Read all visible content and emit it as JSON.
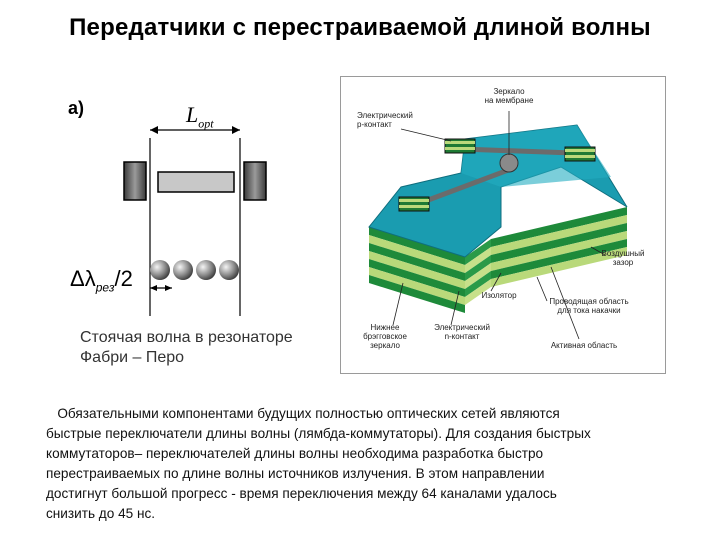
{
  "title": "Передатчики с перестраиваемой длиной волны",
  "figure_a": {
    "label": "а)",
    "length_symbol": "L",
    "length_sub": "opt",
    "delta_symbol": "Δλ",
    "delta_sub": "рез",
    "delta_suffix": "/2",
    "caption_line1": "Стоячая волна в резонаторе",
    "caption_line2": "Фабри – Перо"
  },
  "figure_b": {
    "labels": {
      "mirror": [
        "Зеркало",
        "на мембране"
      ],
      "p_contact": [
        "Электрический",
        "p-контакт"
      ],
      "air_gap": [
        "Воздушный",
        "зазор"
      ],
      "insulator": [
        "Изолятор"
      ],
      "conductive": [
        "Проводящая область",
        "для тока накачки"
      ],
      "bragg": [
        "Нижнее",
        "брэгговское",
        "зеркало"
      ],
      "n_contact": [
        "Электрический",
        "n-контакт"
      ],
      "active": [
        "Активная область"
      ]
    }
  },
  "paragraph": [
    "   Обязательными компонентами будущих полностью оптических сетей являются",
    "быстрые переключатели длины волны (лямбда-коммутаторы). Для создания быстрых",
    "коммутаторов– переключателей длины волны необходима разработка быстро",
    "перестраиваемых по длине волны источников излучения. В этом направлении",
    "достигнут большой прогресс - время переключения между 64 каналами удалось",
    "снизить до 45 нс."
  ]
}
